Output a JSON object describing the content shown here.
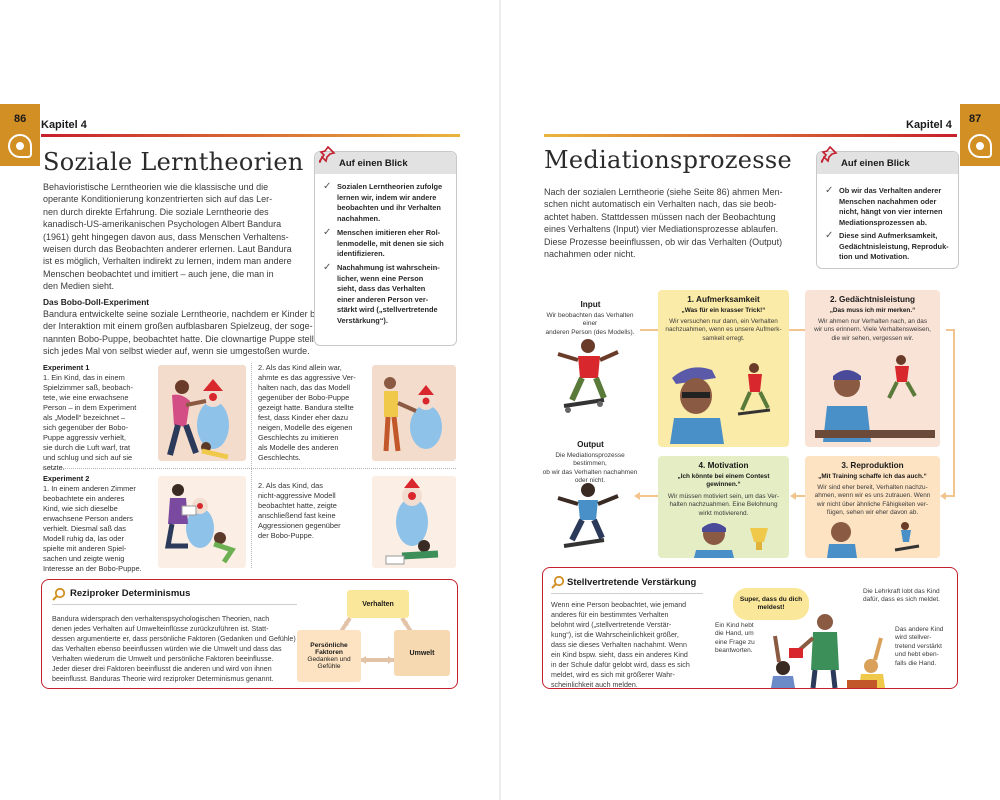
{
  "left_page": {
    "page_number": "86",
    "chapter": "Kapitel 4",
    "title": "Soziale Lerntheorien",
    "intro_lines": [
      "Behavioristische Lerntheorien wie die klassische und die",
      "operante Konditionierung konzentrierten sich auf das Ler-",
      "nen durch direkte Erfahrung. Die soziale Lerntheorie des",
      "kanadisch-US-amerikanischen Psychologen Albert Bandura",
      "(1961) geht hingegen davon aus, dass Menschen Verhaltens-",
      "weisen durch das Beobachten anderer erlernen. Laut Bandura",
      "ist es möglich, Verhalten indirekt zu lernen, indem man andere",
      "Menschen beobachtet und imitiert – auch jene, die man in",
      "den Medien sieht."
    ],
    "bobo_heading": "Das Bobo-Doll-Experiment",
    "bobo_lines": [
      "Bandura entwickelte seine soziale Lerntheorie, nachdem er Kinder bei",
      "der Interaktion mit einem großen aufblasbaren Spielzeug, der soge-",
      "nannten Bobo-Puppe, beobachtet hatte. Die clownartige Puppe stellte",
      "sich jedes Mal von selbst wieder auf, wenn sie umgestoßen wurde."
    ],
    "glance": {
      "title": "Auf einen Blick",
      "items": [
        [
          "Sozialen Lerntheorien zufolge",
          "lernen wir, indem wir andere",
          "beobachten und ihr Verhalten",
          "nachahmen."
        ],
        [
          "Menschen imitieren eher Rol-",
          "lenmodelle, mit denen sie sich",
          "identifizieren."
        ],
        [
          "Nachahmung ist wahrschein-",
          "licher, wenn eine Person",
          "sieht, dass das Verhalten",
          "einer anderen Person ver-",
          "stärkt wird („stellvertretende",
          "Verstärkung“)."
        ]
      ]
    },
    "experiment1": {
      "title": "Experiment 1",
      "step1": [
        "1. Ein Kind, das in einem",
        "Spielzimmer saß, beobach-",
        "tete, wie eine erwachsene",
        "Person – in dem Experiment",
        "als „Modell“ bezeichnet –",
        "sich gegenüber der Bobo-",
        "Puppe aggressiv verhielt,",
        "sie durch die Luft warf, trat",
        "und schlug und sich auf sie",
        "setzte."
      ],
      "step2": [
        "2. Als das Kind allein war,",
        "ahmte es das aggressive Ver-",
        "halten nach, das das Modell",
        "gegenüber der Bobo-Puppe",
        "gezeigt hatte. Bandura stellte",
        "fest, dass Kinder eher dazu",
        "neigen, Modelle des eigenen",
        "Geschlechts zu imitieren",
        "als Modelle des anderen",
        "Geschlechts."
      ]
    },
    "experiment2": {
      "title": "Experiment 2",
      "step1": [
        "1. In einem anderen Zimmer",
        "beobachtete ein anderes",
        "Kind, wie sich dieselbe",
        "erwachsene Person anders",
        "verhielt. Diesmal saß das",
        "Modell ruhig da, las oder",
        "spielte mit anderen Spiel-",
        "sachen und zeigte wenig",
        "Interesse an der Bobo-Puppe."
      ],
      "step2": [
        "2. Als das Kind, das",
        "nicht-aggressive Modell",
        "beobachtet hatte, zeigte",
        "anschließend fast keine",
        "Aggressionen gegenüber",
        "der Bobo-Puppe."
      ]
    },
    "reciprocal": {
      "title": "Reziproker Determinismus",
      "lines": [
        "Bandura widersprach den verhaltenspsychologischen Theorien, nach",
        "denen jedes Verhalten auf Umwelteinflüsse zurückzuführen ist. Statt-",
        "dessen argumentierte er, dass persönliche Faktoren (Gedanken und Gefühle)",
        "das Verhalten ebenso beeinflussen würden wie die Umwelt und dass das",
        "Verhalten wiederum die Umwelt und persönliche Faktoren beeinflusse.",
        "Jeder dieser drei Faktoren beeinflusst die anderen und wird von ihnen",
        "beeinflusst. Banduras Theorie wird reziproker Determinismus genannt."
      ],
      "node_behavior": "Verhalten",
      "node_personal_title": "Persönliche Faktoren",
      "node_personal_sub": "Gedanken und Gefühle",
      "node_environment": "Umwelt"
    }
  },
  "right_page": {
    "page_number": "87",
    "chapter": "Kapitel 4",
    "title": "Mediationsprozesse",
    "intro_lines": [
      "Nach der sozialen Lerntheorie (siehe Seite 86) ahmen Men-",
      "schen nicht automatisch ein Verhalten nach, das sie beob-",
      "achtet haben. Stattdessen müssen nach der Beobachtung",
      "eines Verhaltens (Input) vier Mediationsprozesse ablaufen.",
      "Diese Prozesse beeinflussen, ob wir das Verhalten (Output)",
      "nachahmen oder nicht."
    ],
    "glance": {
      "title": "Auf einen Blick",
      "items": [
        [
          "Ob wir das Verhalten anderer",
          "Menschen nachahmen oder",
          "nicht, hängt von vier internen",
          "Mediationsprozessen ab."
        ],
        [
          "Diese sind Aufmerksamkeit,",
          "Gedächtnisleistung, Reproduk-",
          "tion und Motivation."
        ]
      ]
    },
    "input": {
      "title": "Input",
      "lines": [
        "Wir beobachten das Verhalten einer",
        "anderen Person (des Modells)."
      ]
    },
    "output": {
      "title": "Output",
      "lines": [
        "Die Mediationsprozesse bestimmen,",
        "ob wir das Verhalten nachahmen",
        "oder nicht."
      ]
    },
    "processes": [
      {
        "title": "1. Aufmerksamkeit",
        "quote": [
          "„Was für ein krasser Trick!“"
        ],
        "desc": [
          "Wir versuchen nur dann, ein Verhalten",
          "nachzuahmen, wenn es unsere Aufmerk-",
          "samkeit erregt."
        ]
      },
      {
        "title": "2. Gedächtnisleistung",
        "quote": [
          "„Das muss ich mir merken.“"
        ],
        "desc": [
          "Wir ahmen nur Verhalten nach, an das",
          "wir uns erinnern. Viele Verhaltensweisen,",
          "die wir sehen, vergessen wir."
        ]
      },
      {
        "title": "3. Reproduktion",
        "quote": [
          "„Mit Training schaffe ich das auch.“"
        ],
        "desc": [
          "Wir sind eher bereit, Verhalten nachzu-",
          "ahmen, wenn wir es uns zutrauen. Wenn",
          "wir nicht über ähnliche Fähigkeiten ver-",
          "fügen, sehen wir eher davon ab."
        ]
      },
      {
        "title": "4. Motivation",
        "quote": [
          "„Ich könnte bei einem Contest",
          "gewinnen.“"
        ],
        "desc": [
          "Wir müssen motiviert sein, um das Ver-",
          "halten nachzuahmen. Eine Belohnung",
          "wirkt motivierend."
        ]
      }
    ],
    "vicarious": {
      "title": "Stellvertretende Verstärkung",
      "lines": [
        "Wenn eine Person beobachtet, wie jemand",
        "anderes für ein bestimmtes Verhalten",
        "belohnt wird („stellvertretende Verstär-",
        "kung“), ist die Wahrscheinlichkeit größer,",
        "dass sie dieses Verhalten nachahmt. Wenn",
        "ein Kind bspw. sieht, dass ein anderes Kind",
        "in der Schule dafür gelobt wird, dass es sich",
        "meldet, wird es sich mit größerer Wahr-",
        "scheinlichkeit auch melden."
      ],
      "bubble": [
        "Super, dass du dich",
        "meldest!"
      ],
      "label_left": [
        "Ein Kind hebt",
        "die Hand, um",
        "eine Frage zu",
        "beantworten."
      ],
      "label_teacher": [
        "Die Lehrkraft lobt das Kind",
        "dafür, dass es sich meldet."
      ],
      "label_right": [
        "Das andere Kind",
        "wird stellver-",
        "tretend verstärkt",
        "und hebt eben-",
        "falls die Hand."
      ]
    }
  },
  "colors": {
    "tab": "#d18f24",
    "accent_red": "#c4212f",
    "panel_yellow": "#fbeba8",
    "panel_pink": "#f9e3d6",
    "panel_green": "#e4edc4",
    "panel_peach": "#fde3c2"
  }
}
